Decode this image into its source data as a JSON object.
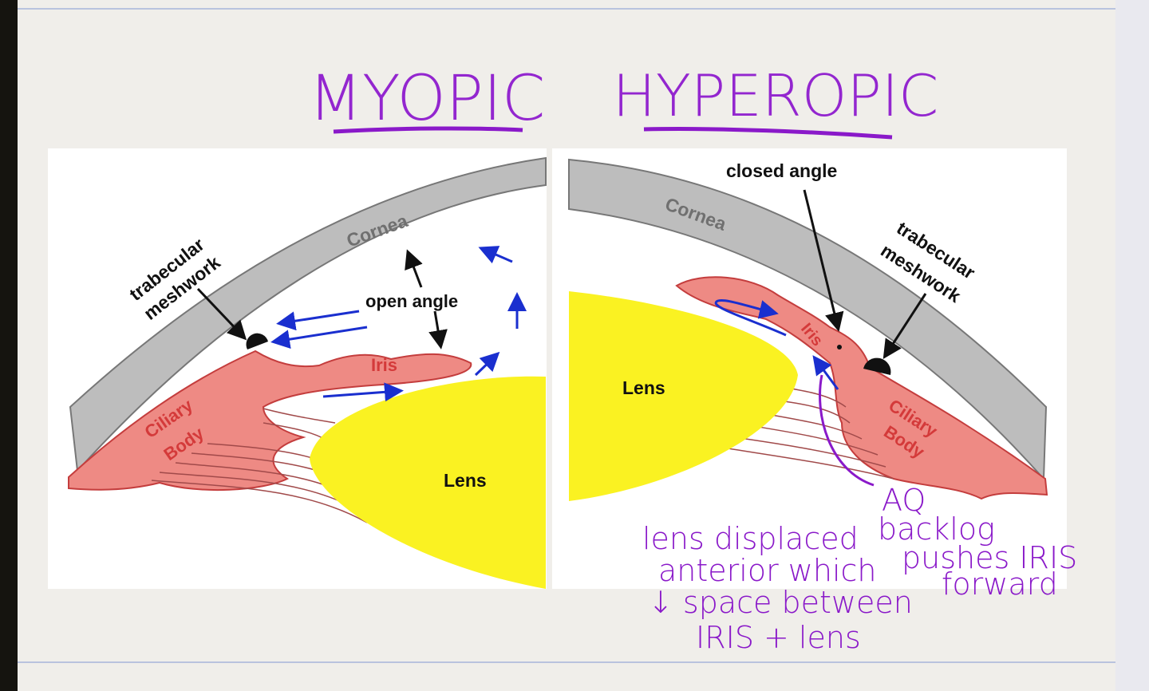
{
  "titles": {
    "left": "MYOPIC",
    "right": "HYPEROPIC"
  },
  "myopic": {
    "trabecular_line1": "trabecular",
    "trabecular_line2": "meshwork",
    "cornea": "Cornea",
    "open_angle": "open angle",
    "iris": "Iris",
    "ciliary_line1": "Ciliary",
    "ciliary_line2": "Body",
    "lens": "Lens"
  },
  "hyperopic": {
    "closed_angle": "closed angle",
    "cornea": "Cornea",
    "trabecular_line1": "trabecular",
    "trabecular_line2": "meshwork",
    "iris": "Iris",
    "lens": "Lens",
    "ciliary_line1": "Ciliary",
    "ciliary_line2": "Body"
  },
  "notes": {
    "lens_note": [
      "lens displaced",
      "anterior which",
      "↓ space between",
      "IRIS + lens"
    ],
    "aq_note": [
      "AQ",
      "backlog",
      "pushes IRIS",
      "forward"
    ]
  },
  "colors": {
    "cornea": "#bdbdbd",
    "ciliary": "#ee8a84",
    "lens": "#faf222",
    "arrow_blue": "#1a2fcf",
    "ink_purple": "#8a19c9",
    "fiber": "#a14a4a"
  }
}
